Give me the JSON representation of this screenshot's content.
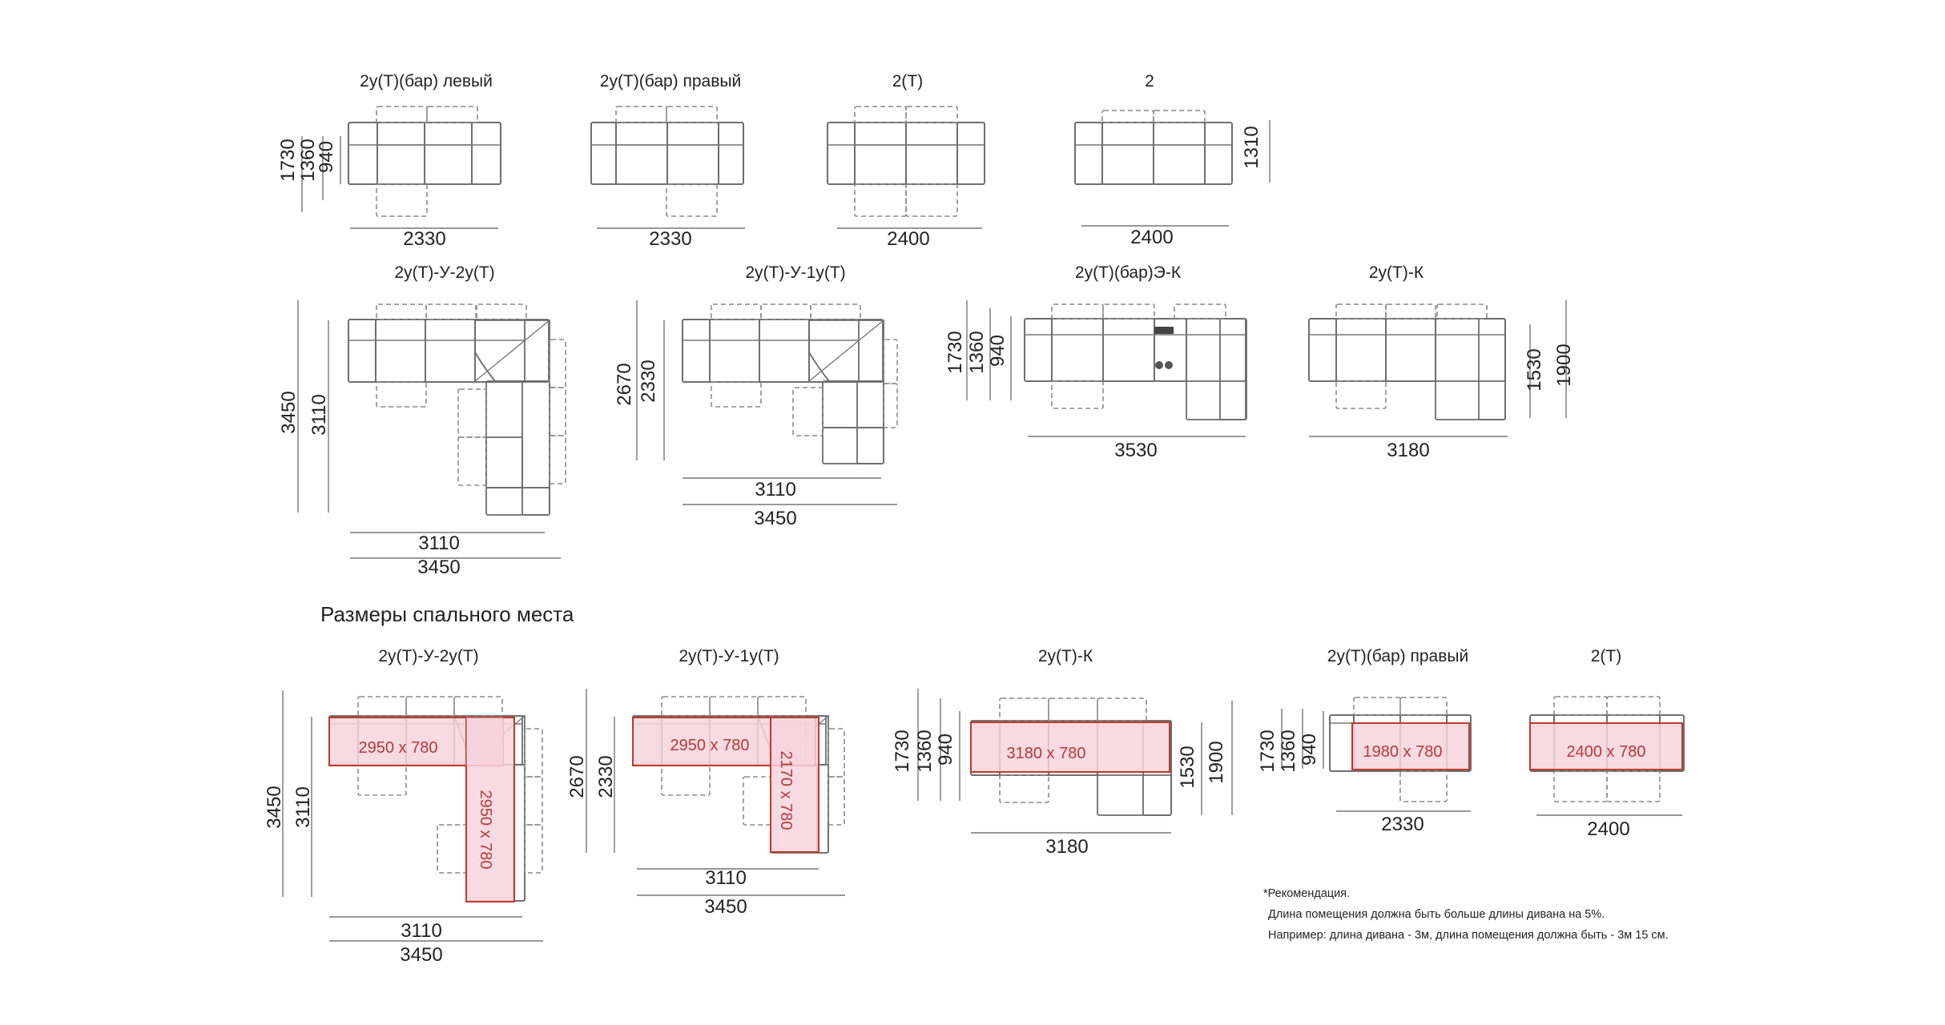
{
  "colors": {
    "line": "#6b6b6b",
    "dash": "#8a8a8a",
    "dim": "#777777",
    "highlight_fill": "#f6d3dd",
    "highlight_stroke": "#c0392b",
    "text": "#222222",
    "label_red": "#b43a3a"
  },
  "section_heading": "Размеры спального места",
  "top_row": [
    {
      "title": "2у(Т)(бар) левый",
      "width": "2330",
      "heights": [
        "1730",
        "1360",
        "940"
      ]
    },
    {
      "title": "2у(Т)(бар) правый",
      "width": "2330"
    },
    {
      "title": "2(Т)",
      "width": "2400"
    },
    {
      "title": "2",
      "width": "2400",
      "height_right": "1310"
    }
  ],
  "mid_row": [
    {
      "title": "2у(Т)-У-2у(Т)",
      "width_inner": "3110",
      "width_outer": "3450",
      "height_outer": "3450",
      "height_inner": "3110"
    },
    {
      "title": "2у(Т)-У-1у(Т)",
      "width_inner": "3110",
      "width_outer": "3450",
      "height_outer": "2670",
      "height_inner": "2330"
    },
    {
      "title": "2у(Т)(бар)Э-К",
      "width": "3530",
      "heights": [
        "1730",
        "1360",
        "940"
      ]
    },
    {
      "title": "2у(Т)-К",
      "width": "3180",
      "heights_right": [
        "1530",
        "1900"
      ]
    }
  ],
  "bottom_row": [
    {
      "title": "2у(Т)-У-2у(Т)",
      "width_inner": "3110",
      "width_outer": "3450",
      "height_outer": "3450",
      "height_inner": "3110",
      "sleep_h": "2950 x 780",
      "sleep_v": "2950 x 780"
    },
    {
      "title": "2у(Т)-У-1у(Т)",
      "width_inner": "3110",
      "width_outer": "3450",
      "height_outer": "2670",
      "height_inner": "2330",
      "sleep_h": "2950 x 780",
      "sleep_v": "2170 x 780"
    },
    {
      "title": "2у(Т)-К",
      "width": "3180",
      "heights": [
        "1730",
        "1360",
        "940"
      ],
      "heights_right": [
        "1530",
        "1900"
      ],
      "sleep": "3180 x 780"
    },
    {
      "title": "2у(Т)(бар) правый",
      "width": "2330",
      "heights": [
        "1730",
        "1360",
        "940"
      ],
      "sleep": "1980 x 780"
    },
    {
      "title": "2(Т)",
      "width": "2400",
      "sleep": "2400 x 780"
    }
  ],
  "footnote": {
    "line1": "*Рекомендация.",
    "line2": "Длина помещения должна быть больше длины дивана на 5%.",
    "line3": "Например: длина дивана - 3м, длина помещения должна быть - 3м 15 см."
  }
}
